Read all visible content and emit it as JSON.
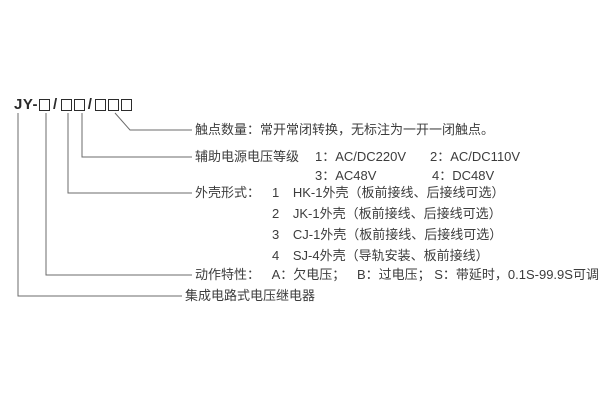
{
  "page": {
    "background": "#ffffff",
    "text_color": "#3c3c3c",
    "line_color": "#6b6b6b"
  },
  "model_code": {
    "prefix": "JY-",
    "sep1": "/",
    "sep2": "/",
    "placeholder_groups": [
      1,
      2,
      3
    ]
  },
  "annotations": {
    "contacts": {
      "label": "触点数量：常开常闭转换，无标注为一开一闭触点。"
    },
    "aux_power": {
      "title": "辅助电源电压等级",
      "opt1": "1：AC/DC220V",
      "opt2": "2：AC/DC110V",
      "opt3": "3：AC48V",
      "opt4": "4：DC48V"
    },
    "case_style": {
      "title": "外壳形式：",
      "rows": [
        {
          "num": "1",
          "desc": "HK-1外壳（板前接线、后接线可选）"
        },
        {
          "num": "2",
          "desc": "JK-1外壳（板前接线、后接线可选）"
        },
        {
          "num": "3",
          "desc": "CJ-1外壳（板前接线、后接线可选）"
        },
        {
          "num": "4",
          "desc": "SJ-4外壳（导轨安装、板前接线）"
        }
      ]
    },
    "action": {
      "label": "动作特性：",
      "optA": "A：欠电压；",
      "optB": "B：过电压；",
      "optS": "S：带延时，0.1S-99.9S可调"
    },
    "product": {
      "label": "集成电路式电压继电器"
    }
  }
}
